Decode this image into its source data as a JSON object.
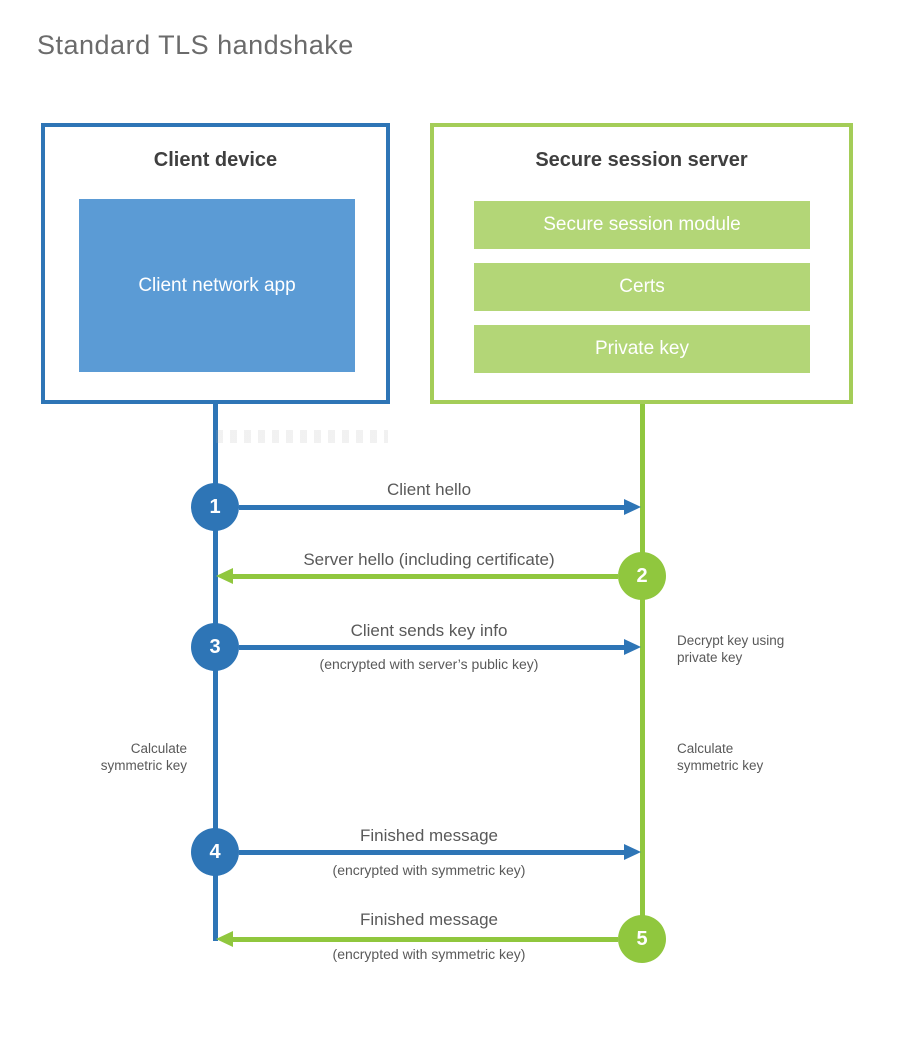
{
  "title": "Standard TLS handshake",
  "client": {
    "title": "Client device",
    "app_label": "Client network app"
  },
  "server": {
    "title": "Secure session server",
    "modules": [
      "Secure session module",
      "Certs",
      "Private key"
    ]
  },
  "steps": [
    {
      "num": "1",
      "label": "Client hello",
      "sub": ""
    },
    {
      "num": "2",
      "label": "Server hello (including certificate)",
      "sub": ""
    },
    {
      "num": "3",
      "label": "Client sends key info",
      "sub": "(encrypted with server’s public key)"
    },
    {
      "num": "4",
      "label": "Finished message",
      "sub": "(encrypted with symmetric key)"
    },
    {
      "num": "5",
      "label": "Finished message",
      "sub": "(encrypted with symmetric key)"
    }
  ],
  "notes": {
    "decrypt_key": "Decrypt key using\nprivate key",
    "calc_left": "Calculate\nsymmetric key",
    "calc_right": "Calculate\nsymmetric key"
  },
  "colors": {
    "blue_stroke": "#2e75b6",
    "blue_fill": "#5b9bd5",
    "green_stroke": "#90c73e",
    "green_border": "#a4cd58",
    "green_fill": "#b3d677",
    "heading_text": "#3f3f3f",
    "label_text": "#595959",
    "title_text": "#6b6b6b"
  }
}
